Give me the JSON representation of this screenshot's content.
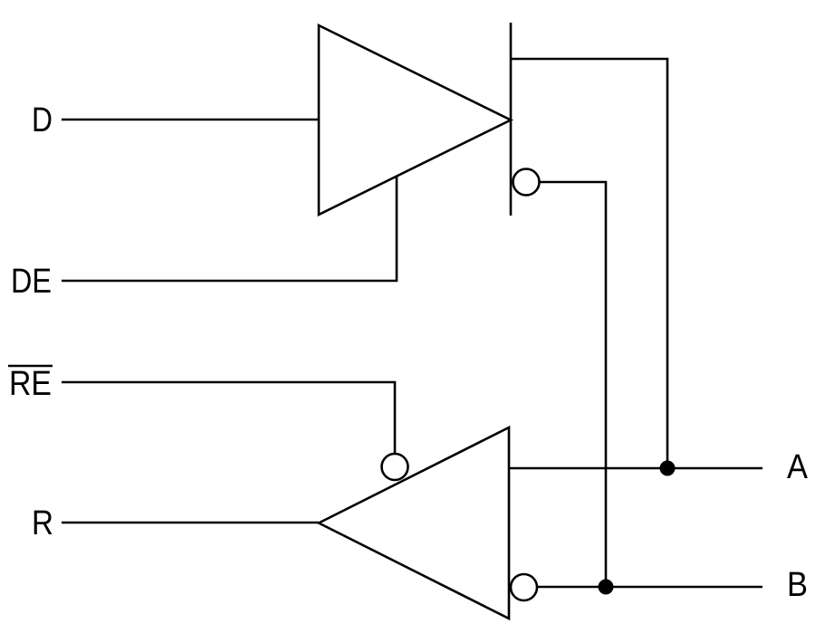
{
  "colors": {
    "background": "#ffffff",
    "line": "#000000",
    "text": "#000000"
  },
  "pins": {
    "left": [
      {
        "id": "d",
        "label": "D",
        "overline": false
      },
      {
        "id": "de",
        "label": "DE",
        "overline": false
      },
      {
        "id": "re",
        "label": "RE",
        "overline": true
      },
      {
        "id": "r",
        "label": "R",
        "overline": false
      }
    ],
    "right": [
      {
        "id": "a",
        "label": "A"
      },
      {
        "id": "b",
        "label": "B"
      }
    ]
  },
  "symbols": {
    "driver": "buffer-triangle-pointing-right",
    "receiver": "buffer-triangle-pointing-left",
    "inversion_bubbles": 3,
    "junction_dots": 2
  }
}
